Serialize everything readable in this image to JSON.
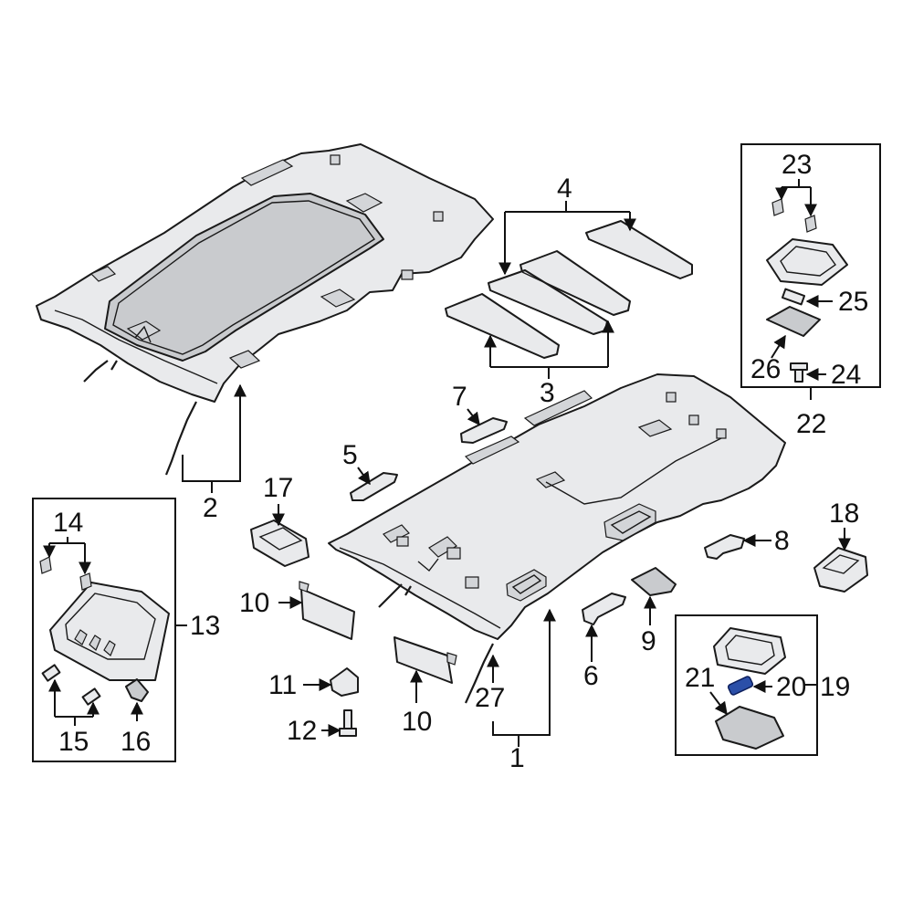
{
  "diagram": {
    "callouts": [
      {
        "id": "c1",
        "label": "1"
      },
      {
        "id": "c2",
        "label": "2"
      },
      {
        "id": "c3",
        "label": "3"
      },
      {
        "id": "c4",
        "label": "4"
      },
      {
        "id": "c5",
        "label": "5"
      },
      {
        "id": "c6",
        "label": "6"
      },
      {
        "id": "c7",
        "label": "7"
      },
      {
        "id": "c8",
        "label": "8"
      },
      {
        "id": "c9",
        "label": "9"
      },
      {
        "id": "c10a",
        "label": "10"
      },
      {
        "id": "c10b",
        "label": "10"
      },
      {
        "id": "c11",
        "label": "11"
      },
      {
        "id": "c12",
        "label": "12"
      },
      {
        "id": "c13",
        "label": "13"
      },
      {
        "id": "c14",
        "label": "14"
      },
      {
        "id": "c15",
        "label": "15"
      },
      {
        "id": "c16",
        "label": "16"
      },
      {
        "id": "c17",
        "label": "17"
      },
      {
        "id": "c18",
        "label": "18"
      },
      {
        "id": "c19",
        "label": "19"
      },
      {
        "id": "c20",
        "label": "20"
      },
      {
        "id": "c21",
        "label": "21"
      },
      {
        "id": "c22",
        "label": "22"
      },
      {
        "id": "c23",
        "label": "23"
      },
      {
        "id": "c24",
        "label": "24"
      },
      {
        "id": "c25",
        "label": "25"
      },
      {
        "id": "c26",
        "label": "26"
      },
      {
        "id": "c27",
        "label": "27"
      }
    ],
    "colors": {
      "line": "#1a1a1a",
      "part_fill": "#e9eaec",
      "highlight": "#2b4fa8"
    }
  }
}
